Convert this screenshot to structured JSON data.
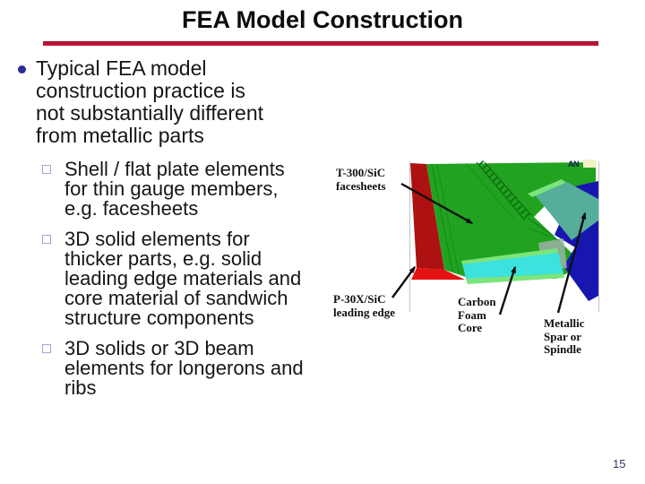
{
  "slide": {
    "title": "FEA Model Construction",
    "page_number": "15"
  },
  "bullets": {
    "main": "Typical FEA model construction practice is not substantially different from metallic parts",
    "subs": [
      "Shell / flat plate elements for thin gauge members, e.g. facesheets",
      "3D solid elements for thicker parts, e.g. solid leading edge materials and core material of sandwich structure components",
      "3D solids or 3D beam elements for longerons and ribs"
    ]
  },
  "figure": {
    "logo": "AN",
    "labels": {
      "facesheets": "T-300/SiC\nfacesheets",
      "leading_edge": "P-30X/SiC\nleading edge",
      "carbon_foam": "Carbon\nFoam\nCore",
      "metallic_spar": "Metallic\nSpar or\nSpindle"
    },
    "colors": {
      "facesheet_green": "#21a321",
      "seam_green": "#0b6b0b",
      "edge_lightgreen": "#7be57b",
      "leading_edge_red": "#ad1111",
      "accent_red": "#e51212",
      "foam_cyan": "#3be2de",
      "teal_band": "#55ad9a",
      "spar_navy": "#1717b0",
      "gray_block": "#9db3a4",
      "frame_gray": "#c8c8c8",
      "arrow_black": "#101010"
    }
  },
  "theme": {
    "rule_color": "#c31239",
    "bullet_dot_color": "#2b2b9b",
    "sub_bullet_border": "#a5a5d5",
    "page_number_color": "#333366"
  }
}
